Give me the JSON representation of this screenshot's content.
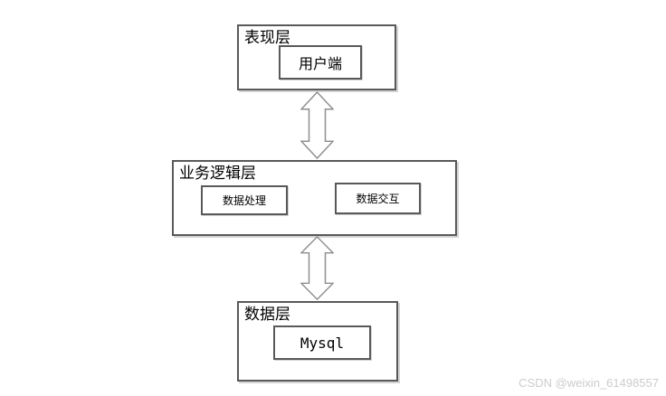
{
  "layers": [
    {
      "label": "表现层",
      "nodes": [
        {
          "label": "用户端"
        }
      ]
    },
    {
      "label": "业务逻辑层",
      "nodes": [
        {
          "label": "数据处理"
        },
        {
          "label": "数据交互"
        }
      ]
    },
    {
      "label": "数据层",
      "nodes": [
        {
          "label": "Mysql"
        }
      ]
    }
  ],
  "connectors": [
    {
      "type": "double-arrow",
      "from": "表现层",
      "to": "业务逻辑层"
    },
    {
      "type": "double-arrow",
      "from": "业务逻辑层",
      "to": "数据层"
    }
  ],
  "watermark": {
    "text": "CSDN @weixin_61498557"
  },
  "colors": {
    "background": "#ffffff",
    "box_border": "#595959",
    "box_shadow": "#d4d4d4",
    "arrow_outline": "#8f8f8f",
    "arrow_fill": "#ffffff",
    "text": "#000000",
    "watermark": "#cccccc"
  }
}
